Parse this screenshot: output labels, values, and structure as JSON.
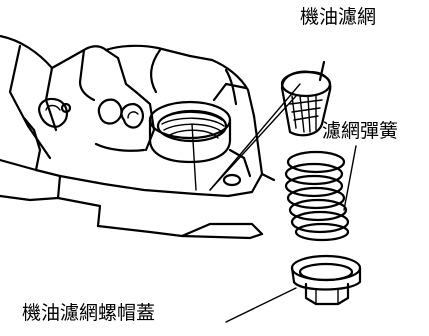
{
  "labels": {
    "oil_strainer": "機油濾網",
    "strainer_spring": "濾網彈簧",
    "strainer_cap": "機油濾網螺帽蓋"
  }
}
